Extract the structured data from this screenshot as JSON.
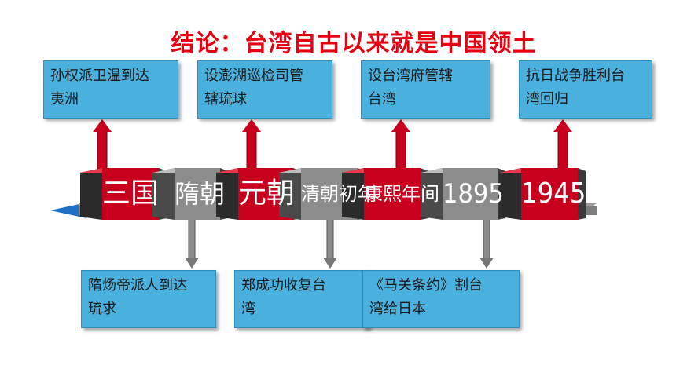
{
  "title": "结论：台湾自古以来就是中国领土",
  "eras": [
    "三国",
    "隋朝",
    "元朝",
    "清朝初年",
    "康熙年间",
    "1895",
    "1945"
  ],
  "top_events": [
    {
      "era": "三国",
      "lines": [
        "孙权派卫温到达",
        "夷洲"
      ]
    },
    {
      "era": "元朝",
      "lines": [
        "设澎湖巡检司管",
        "辖琉球"
      ]
    },
    {
      "era": "康熙年间",
      "lines": [
        "设台湾府管辖",
        "台湾"
      ]
    },
    {
      "era": "1945",
      "lines": [
        "抗日战争胜利台",
        "湾回归"
      ]
    }
  ],
  "bottom_events": [
    {
      "era": "隋朝",
      "lines": [
        "隋炀帝派人到达",
        "琉求"
      ]
    },
    {
      "era": "清朝初年",
      "lines": [
        "郑成功收复台",
        "湾"
      ]
    },
    {
      "era": "1895",
      "lines": [
        "《马关条约》割台",
        "湾给日本"
      ]
    }
  ],
  "colors": {
    "title": "#e60012",
    "red": "#c8001e",
    "gray": "#8c8c8c",
    "box": "#4ab0de",
    "dark": "#333333"
  }
}
